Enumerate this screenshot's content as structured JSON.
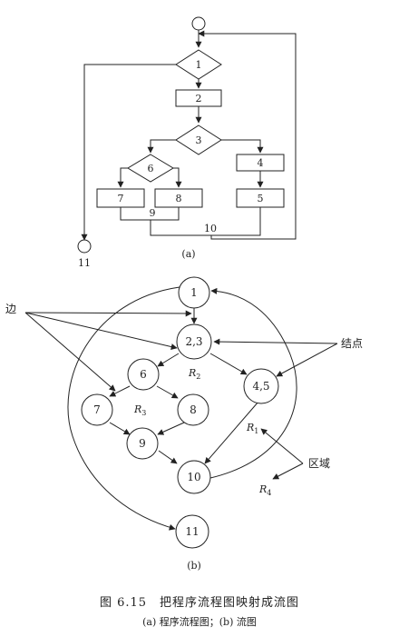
{
  "part_a": {
    "label": "(a)",
    "nodes": {
      "n1": "1",
      "n2": "2",
      "n3": "3",
      "n4": "4",
      "n5": "5",
      "n6": "6",
      "n7": "7",
      "n8": "8",
      "n9": "9",
      "n10": "10",
      "n11": "11"
    }
  },
  "part_b": {
    "label": "(b)",
    "nodes": {
      "n1": "1",
      "n23": "2,3",
      "n6": "6",
      "n45": "4,5",
      "n7": "7",
      "n8": "8",
      "n9": "9",
      "n10": "10",
      "n11": "11"
    },
    "edge_label": "边",
    "node_label": "结点",
    "region_label": "区域",
    "regions": [
      {
        "letter": "R",
        "sub": "1"
      },
      {
        "letter": "R",
        "sub": "2"
      },
      {
        "letter": "R",
        "sub": "3"
      },
      {
        "letter": "R",
        "sub": "4"
      }
    ]
  },
  "caption": {
    "main": "图 6.15　把程序流程图映射成流图",
    "sub": "(a) 程序流程图；(b) 流图"
  }
}
